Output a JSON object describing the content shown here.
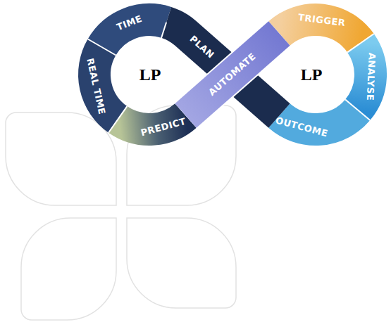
{
  "diagram": {
    "nodes": [
      {
        "text": [
          "TIME"
        ]
      },
      {
        "text": [
          "PLAN"
        ]
      },
      {
        "text": [
          "AUTOMATE"
        ]
      },
      {
        "text": [
          "TRIGGER"
        ]
      },
      {
        "text": [
          "ANALYSE"
        ]
      },
      {
        "text": [
          "OUTCOME"
        ]
      },
      {
        "text": [
          "PREDICT"
        ]
      },
      {
        "text": [
          "REAL TIME"
        ]
      }
    ],
    "labels": [
      "LP",
      "LP"
    ]
  }
}
